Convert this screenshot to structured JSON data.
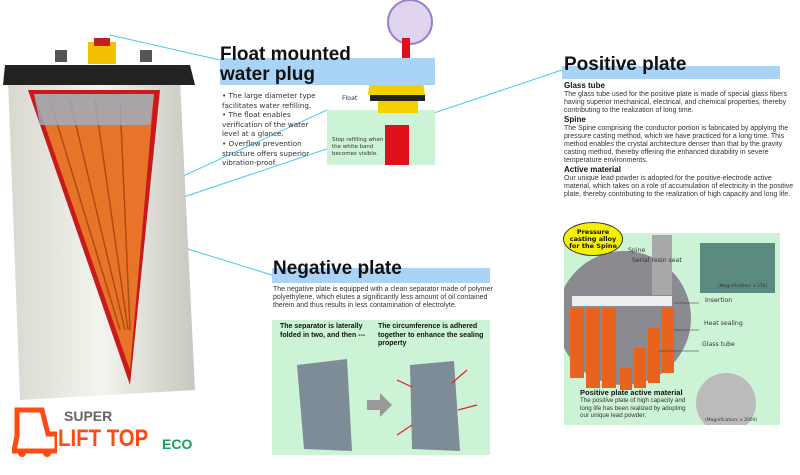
{
  "float_plug": {
    "title_line1": "Float mounted",
    "title_line2": "water plug",
    "bullets": [
      "The large diameter type facilitates water refilling.",
      "The float enables verification of the water level at a glance.",
      "Overflow prevention structure offers superior vibration-proof."
    ],
    "float_label": "Float",
    "stop_label": "Stop refilling when the white band becomes visible."
  },
  "positive": {
    "title": "Positive plate",
    "sections": [
      {
        "heading": "Glass tube",
        "text": "The glass tube used for the positive plate is made of special glass fibers having superior mechanical, electrical, and chemical properties, thereby contributing to the realization of long time."
      },
      {
        "heading": "Spine",
        "text": "The Spine comprising the conductor portion is fabricated by applying the pressure casting method, which we have practiced for a long time. This method enables the crystal architecture denser than that by the gravity casting method, thereby offering the enhanced durability in severe temperature environments."
      },
      {
        "heading": "Active material",
        "text": "Our unique lead powder is adopted for the positive-electrode active material, which takes on a role of accumulation of electricity in the positive plate, thereby contributing to the realization of high capacity and long life."
      }
    ],
    "bubble": "Pressure casting alloy for the Spine",
    "labels": {
      "spine": "Spine",
      "seat": "Serial resin seat",
      "insertion": "Insertion",
      "heat": "Heat sealing",
      "glass": "Glass tube",
      "mag1": "(Magnification: x 150)",
      "mag2": "(Magnification: x 2000)"
    },
    "active_title": "Positive plate active material",
    "active_text": "The positive plate of high capacity and long life has been realized by adopting our unique lead powder."
  },
  "negative": {
    "title": "Negative plate",
    "text": "The negative plate is equipped with a clean separator made of polymer polyethylene, which elutes a significantly less amount of oil contained therein and thus results in less contamination of electrolyte.",
    "step1": "The separator is laterally folded in two, and then ---",
    "step2": "The circumference is adhered together to enhance the sealing property"
  },
  "logo": {
    "super": "SUPER",
    "lift": "LIFT TOP",
    "eco": "ECO"
  },
  "colors": {
    "title_bar": "#a9d3f7",
    "panel": "#cdf3d6",
    "accent": "#ff4a12",
    "eco": "#18a060"
  }
}
